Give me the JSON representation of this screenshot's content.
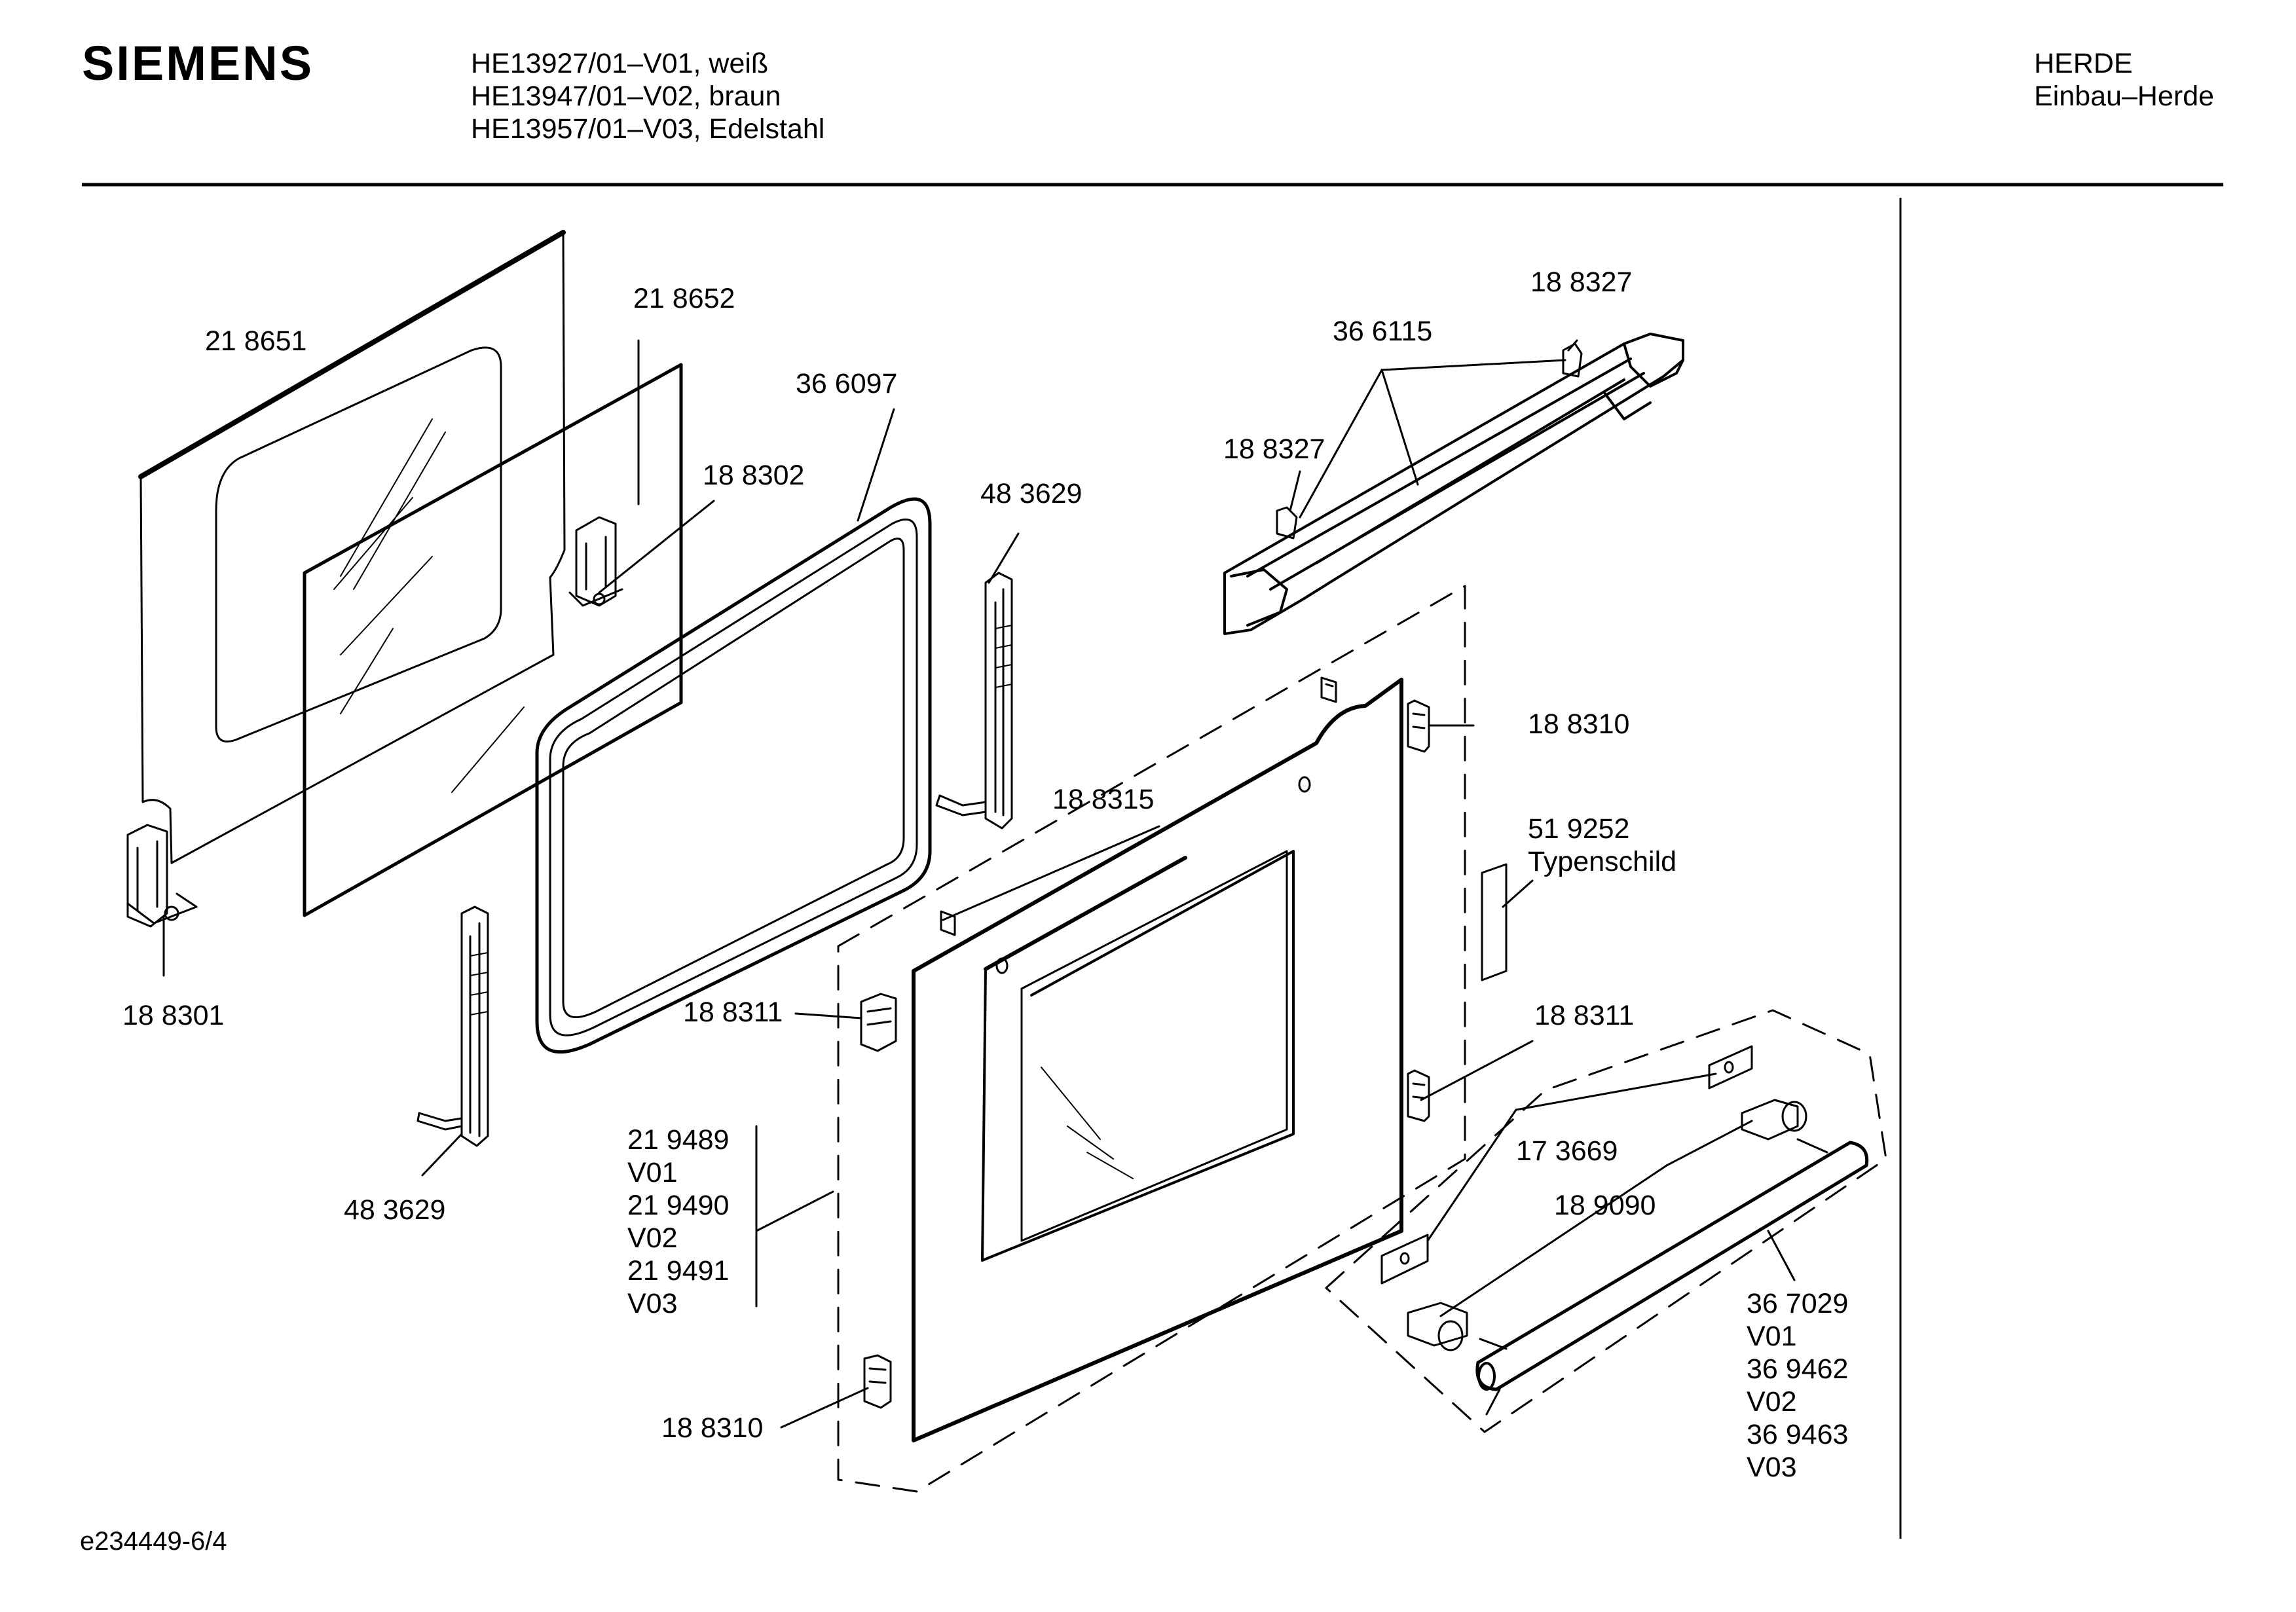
{
  "header": {
    "brand": "SIEMENS",
    "models": [
      "HE13927/01–V01, weiß",
      "HE13947/01–V02, braun",
      "HE13957/01–V03, Edelstahl"
    ],
    "category": "HERDE",
    "subcategory": "Einbau–Herde"
  },
  "footer": {
    "document_id": "e234449-6/4"
  },
  "parts": {
    "p218651": "21 8651",
    "p218652": "21 8652",
    "p366097": "36 6097",
    "p188302": "18 8302",
    "p483629_top": "48 3629",
    "p366115": "36 6115",
    "p188327_top": "18 8327",
    "p188327_left": "18 8327",
    "p188310_top": "18 8310",
    "p188315": "18 8315",
    "p519252": "51 9252",
    "p519252_note": "Typenschild",
    "p188311_left": "18 8311",
    "p188311_right": "18 8311",
    "p188301": "18 8301",
    "p483629_bottom": "48 3629",
    "variant_group_glass": [
      "21 9489",
      "V01",
      "21 9490",
      "V02",
      "21 9491",
      "V03"
    ],
    "p173669": "17 3669",
    "p189090": "18 9090",
    "variant_group_handle": [
      "36 7029",
      "V01",
      "36 9462",
      "V02",
      "36 9463",
      "V03"
    ],
    "p188310_bottom": "18 8310"
  }
}
